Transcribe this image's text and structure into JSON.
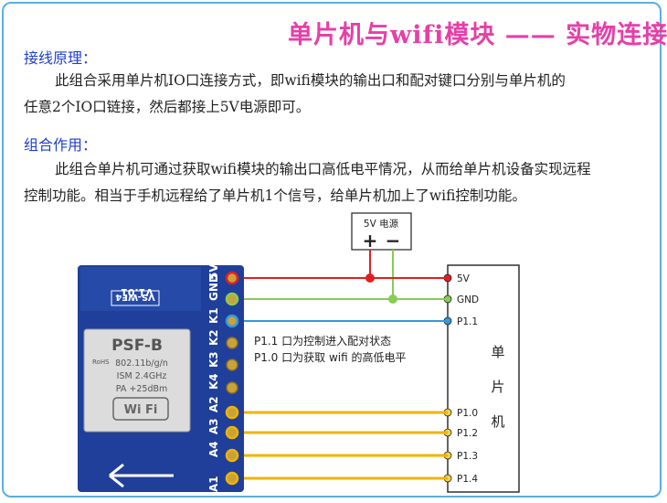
{
  "title": "单片机与wifi模块 —— 实物连接图",
  "section1": {
    "heading": "接线原理：",
    "line1": "此组合采用单片机IO口连接方式，即wifi模块的输出口和配对键口分别与单片机的",
    "line2": "任意2个IO口链接，然后都接上5V电源即可。"
  },
  "section2": {
    "heading": "组合作用：",
    "line1": "此组合单片机可通过获取wifi模块的输出口高低电平情况，从而给单片机设备实现远程",
    "line2": "控制功能。相当于手机远程给了单片机1个信号，给单片机加上了wifi控制功能。"
  },
  "power": {
    "label": "5V 电源",
    "plus": "+",
    "minus": "−"
  },
  "module": {
    "chip_name": "PSF-B",
    "chip_lines": [
      "802.11b/g/n",
      "ISM 2.4GHz",
      "PA +25dBm"
    ],
    "wifi_logo": "Wi Fi",
    "rohs": "RoHS",
    "board_text": "VS-WF4",
    "version": "V1.01",
    "pins": [
      "5V",
      "GND",
      "K1",
      "K2",
      "K3",
      "K4",
      "A2",
      "A3",
      "A4"
    ],
    "pin_extra": [
      "A1"
    ]
  },
  "notes": [
    "P1.1 口为控制进入配对状态",
    "P1.0 口为获取 wifi 的高低电平"
  ],
  "mcu": {
    "label_chars": [
      "单",
      "片",
      "机"
    ],
    "pins": [
      "5V",
      "GND",
      "P1.1",
      "P1.0",
      "P1.2",
      "P1.3",
      "P1.4"
    ]
  },
  "colors": {
    "title": "#e63fa8",
    "heading": "#1f3fd0",
    "frame": "#5ab0e0",
    "wire_5v": "#e02020",
    "wire_gnd": "#88cc55",
    "wire_p11": "#3399dd",
    "wire_io": "#f0b400",
    "pcb": "#1f3f9a"
  }
}
